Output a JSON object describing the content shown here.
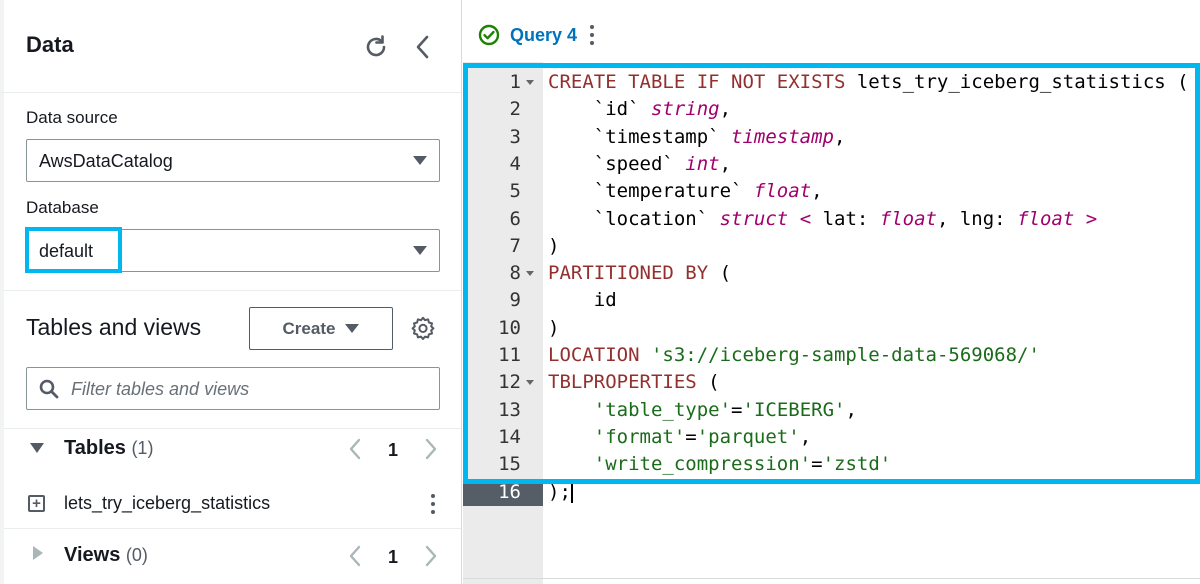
{
  "data_panel": {
    "title": "Data",
    "refresh_icon": "refresh-icon",
    "collapse_icon": "chevron-left-icon",
    "data_source": {
      "label": "Data source",
      "value": "AwsDataCatalog"
    },
    "database": {
      "label": "Database",
      "value": "default"
    },
    "tables_and_views": {
      "title": "Tables and views",
      "create_label": "Create",
      "settings_icon": "gear-icon",
      "filter_placeholder": "Filter tables and views",
      "tables": {
        "label": "Tables",
        "count": "(1)",
        "page": "1",
        "items": [
          "lets_try_iceberg_statistics"
        ]
      },
      "views": {
        "label": "Views",
        "count": "(0)",
        "page": "1"
      }
    }
  },
  "query_tab": {
    "label": "Query 4",
    "status_icon": "check-circle-icon",
    "status_color": "#1d8102"
  },
  "editor": {
    "lines": [
      {
        "n": "1",
        "fold": true,
        "tokens": [
          {
            "t": "CREATE TABLE IF NOT EXISTS",
            "c": "kw"
          },
          {
            "t": " lets_try_iceberg_statistics (",
            "c": "pl"
          }
        ]
      },
      {
        "n": "2",
        "fold": false,
        "tokens": [
          {
            "t": "    `id` ",
            "c": "pl"
          },
          {
            "t": "string",
            "c": "ty"
          },
          {
            "t": ",",
            "c": "pl"
          }
        ]
      },
      {
        "n": "3",
        "fold": false,
        "tokens": [
          {
            "t": "    `timestamp` ",
            "c": "pl"
          },
          {
            "t": "timestamp",
            "c": "ty"
          },
          {
            "t": ",",
            "c": "pl"
          }
        ]
      },
      {
        "n": "4",
        "fold": false,
        "tokens": [
          {
            "t": "    `speed` ",
            "c": "pl"
          },
          {
            "t": "int",
            "c": "ty"
          },
          {
            "t": ",",
            "c": "pl"
          }
        ]
      },
      {
        "n": "5",
        "fold": false,
        "tokens": [
          {
            "t": "    `temperature` ",
            "c": "pl"
          },
          {
            "t": "float",
            "c": "ty"
          },
          {
            "t": ",",
            "c": "pl"
          }
        ]
      },
      {
        "n": "6",
        "fold": false,
        "tokens": [
          {
            "t": "    `location` ",
            "c": "pl"
          },
          {
            "t": "struct",
            "c": "ty"
          },
          {
            "t": " ",
            "c": "pl"
          },
          {
            "t": "<",
            "c": "ty"
          },
          {
            "t": " lat: ",
            "c": "pl"
          },
          {
            "t": "float",
            "c": "ty"
          },
          {
            "t": ", lng: ",
            "c": "pl"
          },
          {
            "t": "float",
            "c": "ty"
          },
          {
            "t": " ",
            "c": "pl"
          },
          {
            "t": ">",
            "c": "ty"
          }
        ]
      },
      {
        "n": "7",
        "fold": false,
        "tokens": [
          {
            "t": ")",
            "c": "pl"
          }
        ]
      },
      {
        "n": "8",
        "fold": true,
        "tokens": [
          {
            "t": "PARTITIONED BY",
            "c": "kw"
          },
          {
            "t": " (",
            "c": "pl"
          }
        ]
      },
      {
        "n": "9",
        "fold": false,
        "tokens": [
          {
            "t": "    id",
            "c": "pl"
          }
        ]
      },
      {
        "n": "10",
        "fold": false,
        "tokens": [
          {
            "t": ")",
            "c": "pl"
          }
        ]
      },
      {
        "n": "11",
        "fold": false,
        "tokens": [
          {
            "t": "LOCATION",
            "c": "kw"
          },
          {
            "t": " ",
            "c": "pl"
          },
          {
            "t": "'s3://iceberg-sample-data-569068/'",
            "c": "st"
          }
        ]
      },
      {
        "n": "12",
        "fold": true,
        "tokens": [
          {
            "t": "TBLPROPERTIES",
            "c": "kw"
          },
          {
            "t": " (",
            "c": "pl"
          }
        ]
      },
      {
        "n": "13",
        "fold": false,
        "tokens": [
          {
            "t": "    ",
            "c": "pl"
          },
          {
            "t": "'table_type'",
            "c": "st"
          },
          {
            "t": "=",
            "c": "pl"
          },
          {
            "t": "'ICEBERG'",
            "c": "st"
          },
          {
            "t": ",",
            "c": "pl"
          }
        ]
      },
      {
        "n": "14",
        "fold": false,
        "tokens": [
          {
            "t": "    ",
            "c": "pl"
          },
          {
            "t": "'format'",
            "c": "st"
          },
          {
            "t": "=",
            "c": "pl"
          },
          {
            "t": "'parquet'",
            "c": "st"
          },
          {
            "t": ",",
            "c": "pl"
          }
        ]
      },
      {
        "n": "15",
        "fold": false,
        "tokens": [
          {
            "t": "    ",
            "c": "pl"
          },
          {
            "t": "'write_compression'",
            "c": "st"
          },
          {
            "t": "=",
            "c": "pl"
          },
          {
            "t": "'zstd'",
            "c": "st"
          }
        ]
      },
      {
        "n": "16",
        "fold": false,
        "active": true,
        "tokens": [
          {
            "t": ");",
            "c": "pl"
          }
        ]
      }
    ]
  },
  "colors": {
    "highlight": "#00b8f0",
    "link": "#0073bb",
    "keyword": "#93302e",
    "type": "#a0006d",
    "string": "#1a6b1a"
  }
}
